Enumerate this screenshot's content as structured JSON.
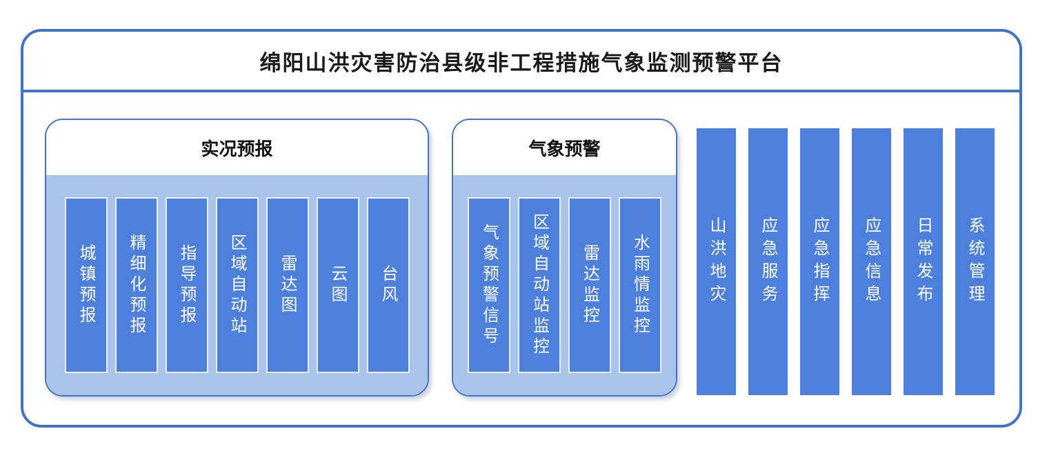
{
  "header": {
    "title": "绵阳山洪灾害防治县级非工程措施气象监测预警平台"
  },
  "groups": [
    {
      "title": "实况预报",
      "items": [
        "城镇预报",
        "精细化预报",
        "指导预报",
        "区域自动站",
        "雷达图",
        "云图",
        "台风"
      ]
    },
    {
      "title": "气象预警",
      "items": [
        "气象预警信号",
        "区域自动站监控",
        "雷达监控",
        "水雨情监控"
      ]
    }
  ],
  "standalone": [
    "山洪地灾",
    "应急服务",
    "应急指挥",
    "应急信息",
    "日常发布",
    "系统管理"
  ],
  "colors": {
    "frame_border": "#4472C4",
    "panel_fill": "#A9C3EA",
    "bar_fill": "#4D7FDC",
    "bar_text": "#FFFFFF",
    "title_text": "#1A1A1A"
  }
}
